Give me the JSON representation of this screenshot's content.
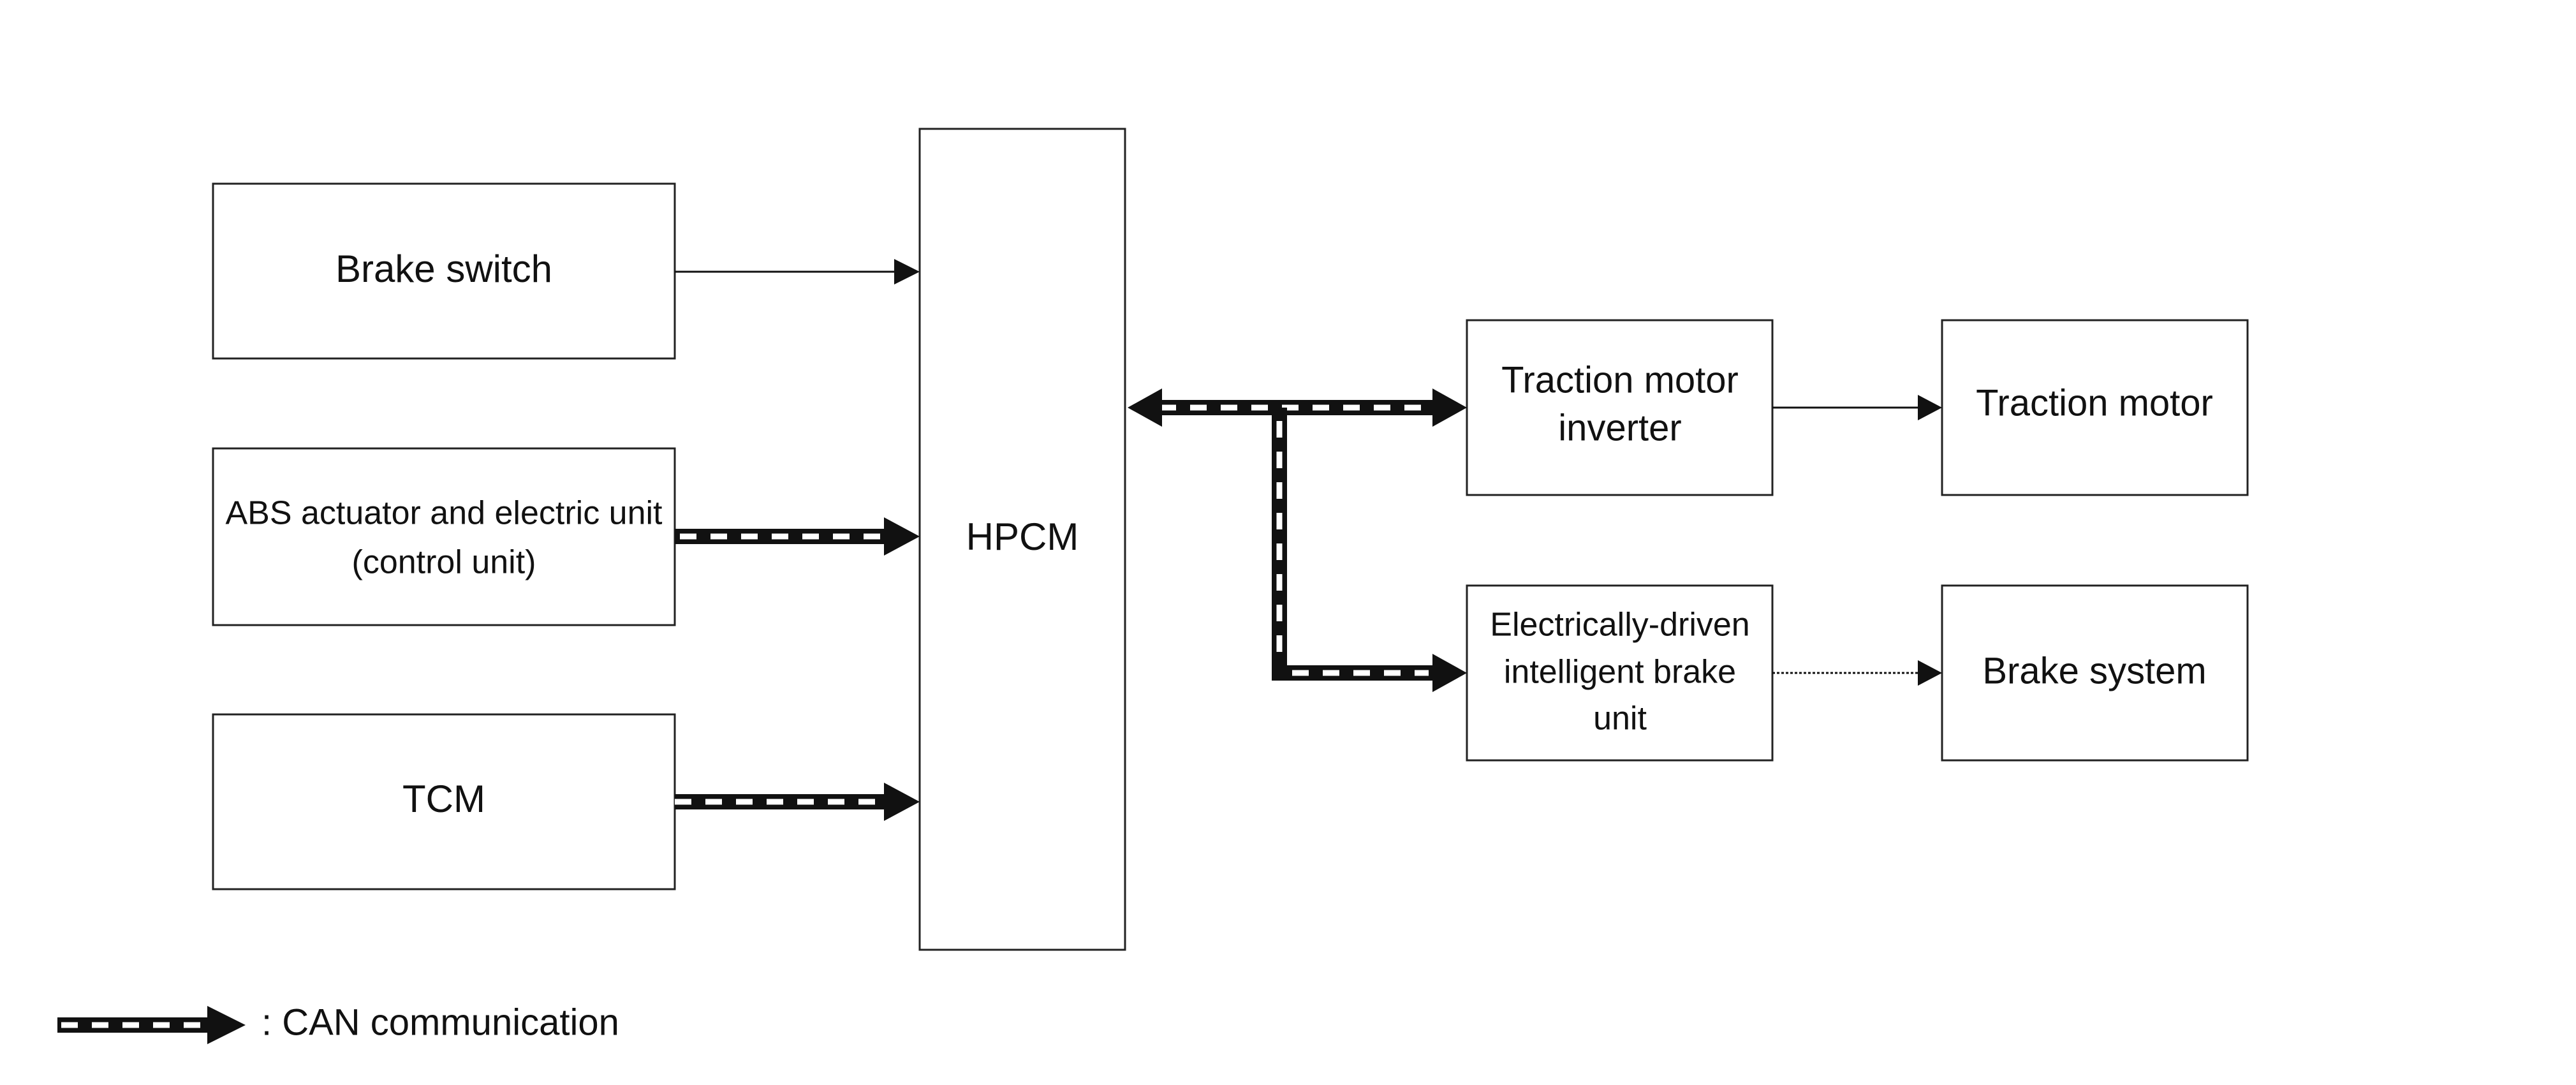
{
  "blocks": {
    "brake_switch": {
      "lines": [
        "Brake switch"
      ]
    },
    "abs": {
      "lines": [
        "ABS actuator and electric unit",
        "(control unit)"
      ]
    },
    "tcm": {
      "lines": [
        "TCM"
      ]
    },
    "hpcm": {
      "lines": [
        "HPCM"
      ]
    },
    "inverter": {
      "lines": [
        "Traction motor",
        "inverter"
      ]
    },
    "edib": {
      "lines": [
        "Electrically-driven",
        "intelligent brake",
        "unit"
      ]
    },
    "traction_motor": {
      "lines": [
        "Traction motor"
      ]
    },
    "brake_system": {
      "lines": [
        "Brake system"
      ]
    }
  },
  "legend": {
    "label": ": CAN communication"
  },
  "colors": {
    "line": "#111111",
    "can_dash": "#ffffff",
    "box_border": "#222222",
    "background": "#ffffff"
  }
}
